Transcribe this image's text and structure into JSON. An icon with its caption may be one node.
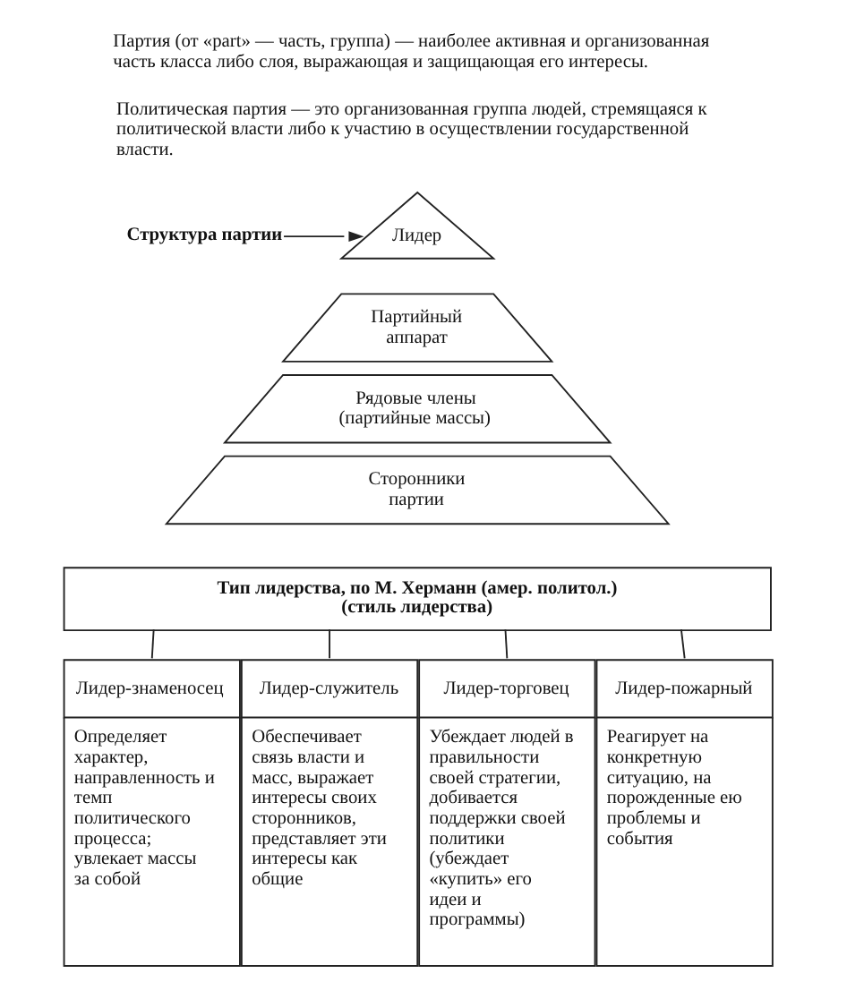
{
  "diagram": {
    "nodes": [
      {
        "text": [
          "Структура партии"
        ]
      },
      {
        "text": [
          "Лидер"
        ]
      },
      {
        "text": [
          "Партийный аппарат"
        ]
      },
      {
        "text": [
          "Рядовые члены (партийные массы)"
        ]
      },
      {
        "text": [
          "Сторонники партии"
        ]
      },
      {
        "text": [
          "Тип лидерства, по М. Херманн (амер. политол.) (стиль лидерства)"
        ]
      },
      {
        "text": [
          "Лидер-знаменосец",
          "Определяет характер, направленность и темп политического процесса; увлекает массы за собой"
        ]
      },
      {
        "text": [
          "Лидер-служитель",
          "Обеспечивает связь власти и масс, выражает интересы своих сторонников, представляет эти интересы как общие"
        ]
      },
      {
        "text": [
          "Лидер-торговец",
          "Убеждает людей в правильности своей стратегии, добивается поддержки своей политики (убеждает «купить» его идеи и программы)"
        ]
      },
      {
        "text": [
          "Лидер-пожарный",
          "Реагирует на конкретную ситуацию, на порожденные ею проблемы и события"
        ]
      }
    ],
    "edges": [
      {
        "from": 0,
        "to": 1,
        "arrow": "to"
      },
      {
        "from": 5,
        "to": 6,
        "arrow": "none"
      },
      {
        "from": 5,
        "to": 7,
        "arrow": "none"
      },
      {
        "from": 5,
        "to": 8,
        "arrow": "none"
      },
      {
        "from": 5,
        "to": 9,
        "arrow": "none"
      }
    ],
    "labels": [
      "Партия (от «part» — часть, группа) — наиболее активная и организованная часть класса либо слоя, выражающая и защищающая его интересы.",
      "Политическая партия — это организованная группа людей, стремящаяся к политической власти либо к участию в осуществлении государственной власти."
    ]
  }
}
